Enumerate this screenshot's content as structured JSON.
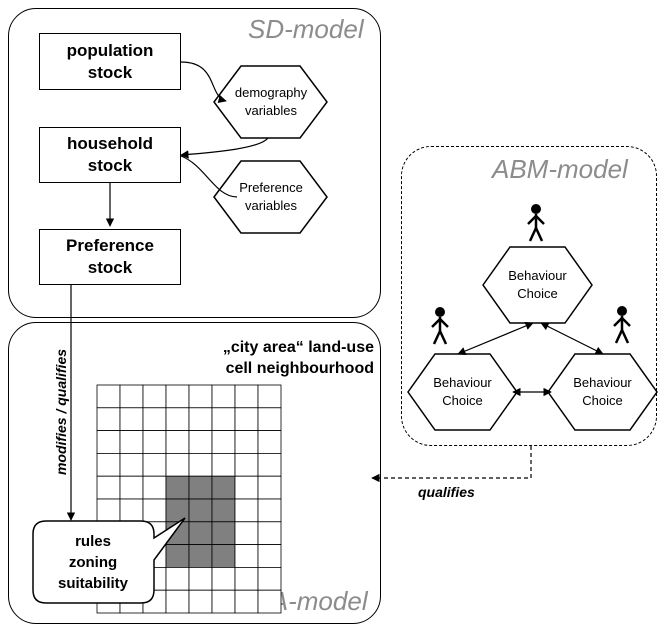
{
  "sd_model": {
    "title": "SD-model",
    "population_stock": "population\nstock",
    "household_stock": "household\nstock",
    "preference_stock": "Preference\nstock",
    "demography_variables": "demography\nvariables",
    "preference_variables": "Preference\nvariables"
  },
  "abm_model": {
    "title": "ABM-model",
    "behaviour_top": "Behaviour\nChoice",
    "behaviour_left": "Behaviour\nChoice",
    "behaviour_right": "Behaviour\nChoice"
  },
  "ca_model": {
    "title": "CA-model",
    "heading": "„city area“ land-use\ncell neighbourhood",
    "rules_callout": "rules\nzoning\nsuitability",
    "grid": {
      "rows": 10,
      "cols": 8,
      "highlight_rows": [
        4,
        7
      ],
      "highlight_cols": [
        3,
        5
      ]
    }
  },
  "labels": {
    "modifies_qualifies": "modifies / qualifies",
    "qualifies": "qualifies"
  },
  "colors": {
    "grid_highlight": "#808080",
    "title_gray": "#8c8c8c"
  }
}
